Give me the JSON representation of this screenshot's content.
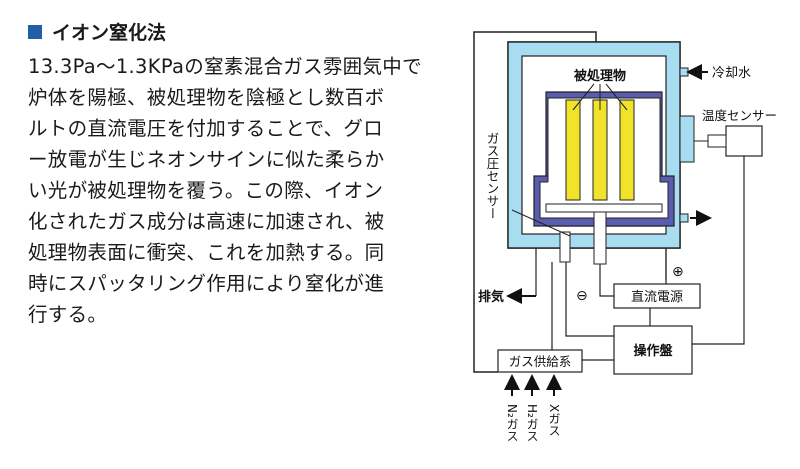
{
  "section": {
    "title": "イオン窒化法",
    "body": "13.3Pa〜1.3KPaの窒素混合ガス雰囲気中で\n炉体を陽極、被処理物を陰極とし数百ボ\nルトの直流電圧を付加することで、グロ\nー放電が生じネオンサインに似た柔らか\nい光が被処理物を覆う。この際、イオン\n化されたガス成分は高速に加速され、被\n処理物表面に衝突、これを加熱する。同\n時にスパッタリング作用により窒化が進\n行する。"
  },
  "diagram": {
    "labels": {
      "workpiece": "被処理物",
      "cooling_water": "冷却水",
      "temp_sensor": "温度センサー",
      "gas_pressure_sensor": "ガス圧センサー",
      "exhaust": "排気",
      "dc_power": "直流電源",
      "control_panel": "操作盤",
      "gas_supply": "ガス供給系",
      "plus": "⊕",
      "minus": "⊖",
      "gas_n2": "N₂ガス",
      "gas_h2": "H₂ガス",
      "gas_x": "Xガス"
    },
    "colors": {
      "heading_square": "#1f5faa",
      "water_jacket": "#a8dcf0",
      "chamber_wall": "#5a5cb0",
      "chamber_inner": "#ffffff",
      "workpiece": "#f2e22a"
    }
  }
}
